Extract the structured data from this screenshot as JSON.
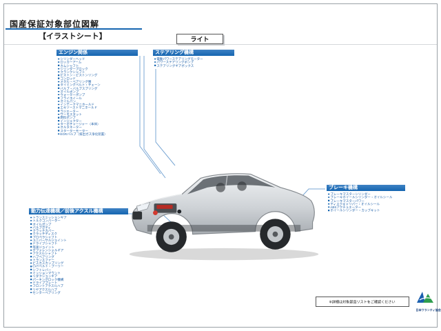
{
  "page": {
    "title": "国産保証対象部位図解",
    "subtitle": "【イラストシート】",
    "light_button": "ライト",
    "note": "※詳細は対象部品リストをご確認ください",
    "association": "日本ワランティ協会"
  },
  "colors": {
    "header_blue": "#1565b0",
    "item_blue": "#1d5fa8",
    "connector_blue": "#7aa7d4"
  },
  "sections": {
    "engine": {
      "title": "エンジン関係",
      "items": [
        "シリンダーヘッド",
        "ロッカーアーム",
        "カムシャフト",
        "シリンダーブロック",
        "クランクシャフト",
        "ピストン・ピストンリング",
        "コンロッド",
        "メタル・ベアリング類",
        "タイミングベルト・チェーン",
        "バルブ・バルブスプリング",
        "オイルポンプ",
        "ウォーターポンプ",
        "フライホイール",
        "オイルパン",
        "インテークマニホールド",
        "エキゾーストマニホールド",
        "ラジエーター",
        "サーモスタット",
        "燃料ポンプ",
        "インジェクター",
        "ターボチャージャー（本体）",
        "オルタネーター",
        "スターターモーター",
        "EGRバルブ（排出ガス浄化装置）"
      ]
    },
    "steering": {
      "title": "ステアリング機構",
      "items": [
        "電動パワーステアリングモーター",
        "パワーステアリングポンプ",
        "ステアリングギアボックス"
      ]
    },
    "powertrain": {
      "title": "動力伝達機構／前後アクスル機構",
      "items": [
        "トランスミッションギア",
        "トルクコンバーター",
        "オイルポンプ",
        "バルブボディ",
        "クラッチカバー",
        "クラッチディスク",
        "プロペラシャフト",
        "ユニバーサルジョイント",
        "ドライブシャフト",
        "等速ジョイント",
        "デファレンシャルギア",
        "アクスルシャフト",
        "ハブベアリング",
        "トランスファー",
        "ビスカスカップリング",
        "CVTベルト・プーリー",
        "シフトレバー",
        "ミッションマウント",
        "リダクションギア",
        "パーキングロック機構",
        "ドライブプレート",
        "フロントアクスルハブ",
        "リヤアクスルハブ",
        "センターベアリング"
      ]
    },
    "brake": {
      "title": "ブレーキ機構",
      "items": [
        "ブレーキマスターシリンダー",
        "ブレーキホイールシリンダー・オイルシール",
        "ブレーキマスターパワー",
        "ディスクキャリパー・オイルシール",
        "ABSアクチュエーター",
        "ホイールシリンダー・カップキット"
      ]
    }
  }
}
